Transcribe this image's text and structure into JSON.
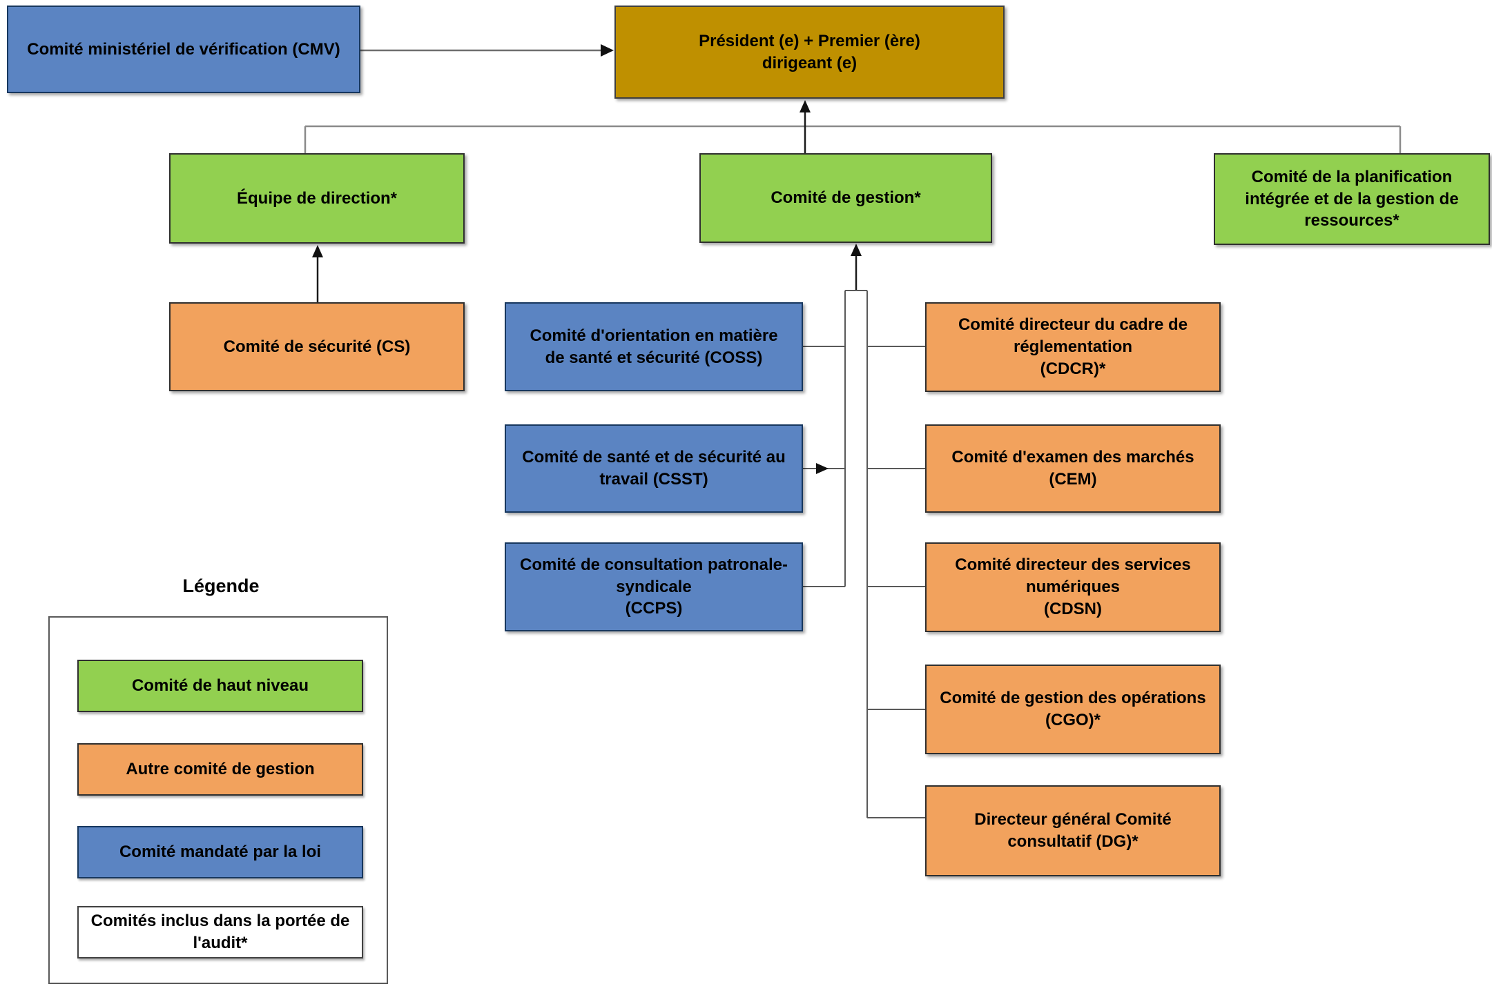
{
  "boxes": {
    "cmv": {
      "type": "blue",
      "lines": [
        "Comité ministériel de vérification (CMV)"
      ]
    },
    "president": {
      "type": "gold",
      "lines": [
        "Président (e) + Premier (ère)",
        "dirigeant (e)"
      ]
    },
    "equipe": {
      "type": "green",
      "lines": [
        "Équipe de direction*"
      ]
    },
    "gestion": {
      "type": "green",
      "lines": [
        "Comité de gestion*"
      ]
    },
    "planification": {
      "type": "green",
      "lines": [
        "Comité de la planification",
        "intégrée et de la gestion de",
        "ressources*"
      ]
    },
    "cs": {
      "type": "orange",
      "lines": [
        "Comité de sécurité (CS)"
      ]
    },
    "coss": {
      "type": "blue",
      "lines": [
        "Comité d'orientation en matière",
        "de santé et sécurité (COSS)"
      ]
    },
    "csst": {
      "type": "blue",
      "lines": [
        "Comité de santé et de sécurité au",
        "travail (CSST)"
      ]
    },
    "ccps": {
      "type": "blue",
      "lines": [
        "Comité de consultation patronale-",
        "syndicale",
        "(CCPS)"
      ]
    },
    "cdcr": {
      "type": "orange",
      "lines": [
        "Comité directeur du cadre de",
        "réglementation",
        "(CDCR)*"
      ]
    },
    "cem": {
      "type": "orange",
      "lines": [
        "Comité d'examen des marchés",
        "(CEM)"
      ]
    },
    "cdsn": {
      "type": "orange",
      "lines": [
        "Comité directeur des services",
        "numériques",
        "(CDSN)"
      ]
    },
    "cgo": {
      "type": "orange",
      "lines": [
        "Comité de gestion des opérations",
        "(CGO)*"
      ]
    },
    "dg": {
      "type": "orange",
      "lines": [
        "Directeur général Comité",
        "consultatif (DG)*"
      ]
    }
  },
  "legend": {
    "title": "Légende",
    "items": [
      {
        "color": "green",
        "lines": [
          "Comité de haut niveau"
        ]
      },
      {
        "color": "orange",
        "lines": [
          "Autre comité de gestion"
        ]
      },
      {
        "color": "blue",
        "lines": [
          "Comité mandaté par la loi"
        ]
      },
      {
        "color": "white",
        "lines": [
          "Comités inclus dans la portée de",
          "l'audit*"
        ]
      }
    ]
  },
  "colors": {
    "blue": "#5b84c2",
    "gold": "#bf9000",
    "green": "#92d050",
    "orange": "#f2a25d",
    "white": "#ffffff",
    "connector": "#595959",
    "distribution_line": "#8a8a8a",
    "arrow": "#111111",
    "text": "#000000"
  }
}
